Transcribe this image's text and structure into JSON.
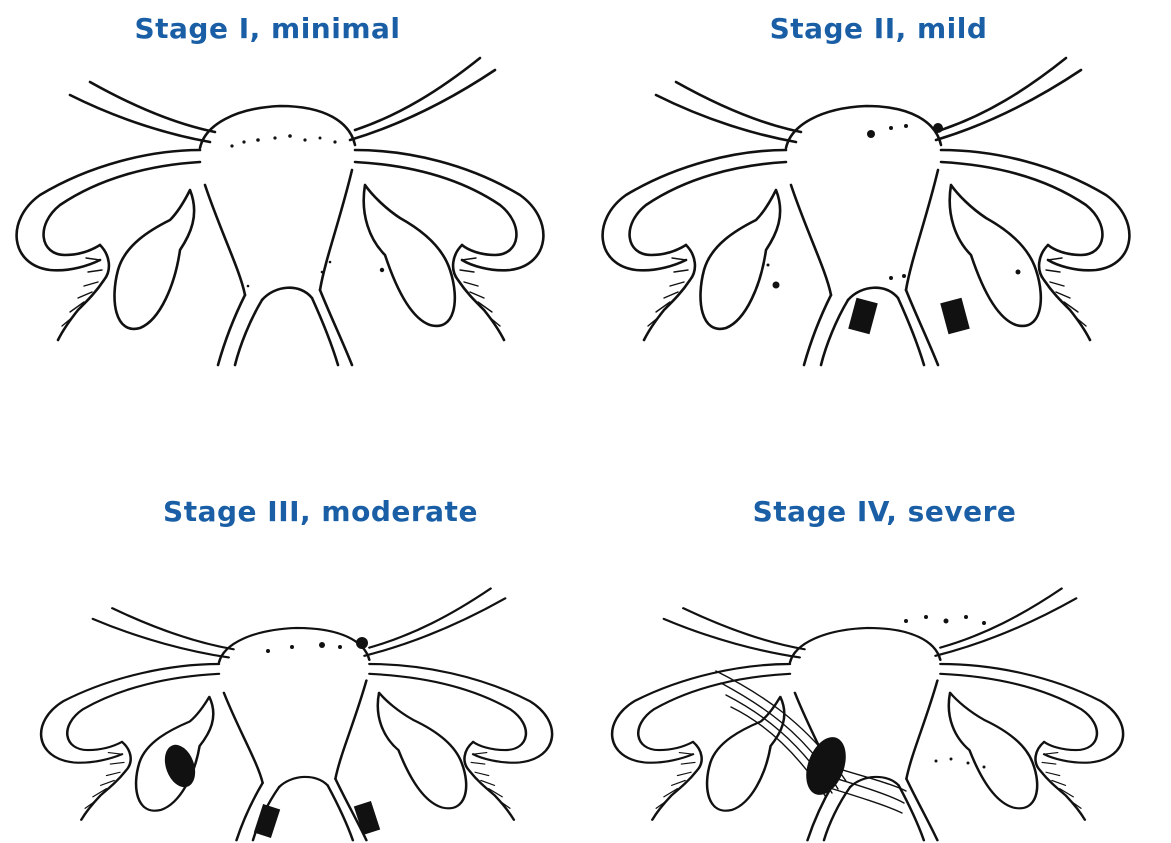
{
  "stages": [
    {
      "title": "Stage I, minimal"
    },
    {
      "title": "Stage II, mild"
    },
    {
      "title": "Stage III, moderate"
    },
    {
      "title": "Stage IV, severe"
    }
  ],
  "colors": {
    "title": "#1a5fa6",
    "line": "#111111",
    "background": "#ffffff"
  }
}
